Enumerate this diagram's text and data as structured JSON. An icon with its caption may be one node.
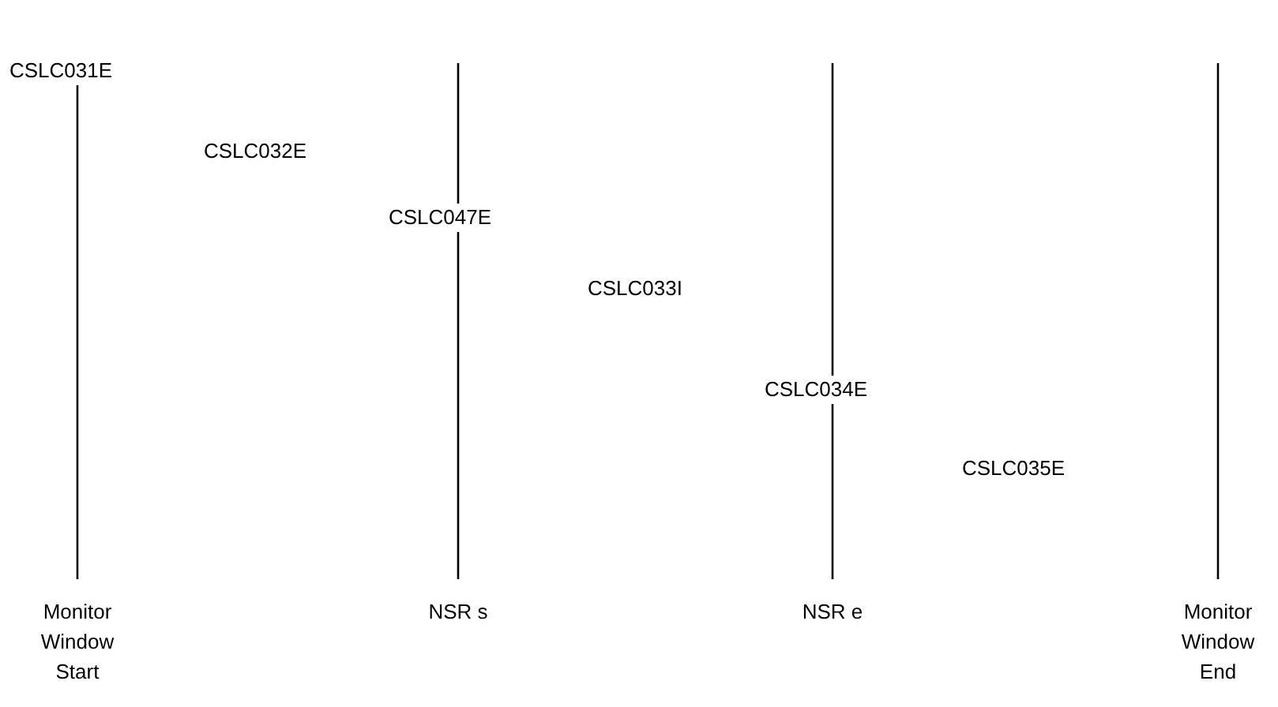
{
  "diagram": {
    "labels": [
      "CSLC031E",
      "CSLC032E",
      "CSLC047E",
      "CSLC033I",
      "CSLC034E",
      "CSLC035E",
      "Monitor Window Start",
      "NSR s",
      "NSR e",
      "Monitor Window End"
    ]
  }
}
